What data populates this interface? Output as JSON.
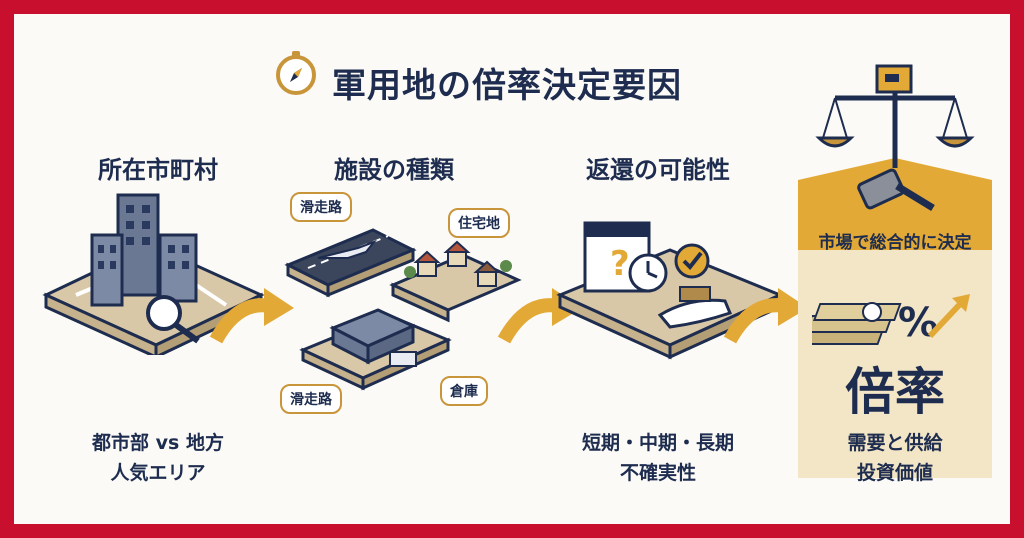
{
  "title": "軍用地の倍率決定要因",
  "sections": [
    {
      "heading": "所在市町村",
      "captions": [
        "都市部 vs 地方",
        "人気エリア"
      ]
    },
    {
      "heading": "施設の種類",
      "captions": []
    },
    {
      "heading": "返還の可能性",
      "captions": [
        "短期・中期・長期",
        "不確実性"
      ]
    },
    {
      "heading": "",
      "captions": [
        "需要と供給",
        "投資価値"
      ]
    }
  ],
  "tags": {
    "runway_top": "滑走路",
    "housing": "住宅地",
    "runway_bottom": "滑走路",
    "warehouse": "倉庫"
  },
  "market_banner": "市場で総合的に決定",
  "ratio_label": "倍率",
  "colors": {
    "border": "#c8102e",
    "navy": "#1e2d4f",
    "gold": "#e3a936",
    "tan": "#d8c8a8"
  }
}
